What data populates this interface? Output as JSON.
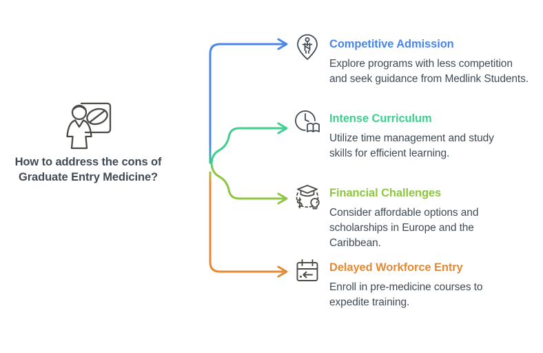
{
  "diagram": {
    "type": "mind-map",
    "background": "#ffffff",
    "root": {
      "label": "How to address the cons of Graduate Entry Medicine?",
      "icon": "presenter-with-pill-board-icon",
      "text_color": "#3f4a54",
      "stem_color": "#3f3f3f"
    },
    "branches": [
      {
        "title": "Competitive Admission",
        "description": "Explore programs with less competition and seek guidance from Medlink Students.",
        "color": "#4a86e8",
        "icon": "map-pin-hiker-icon"
      },
      {
        "title": "Intense Curriculum",
        "description": "Utilize time management and study skills for efficient learning.",
        "color": "#3ecf8e",
        "icon": "clock-book-icon"
      },
      {
        "title": "Financial Challenges",
        "description": "Consider affordable options and scholarships in Europe and the Caribbean.",
        "color": "#8ec641",
        "icon": "graduation-cap-money-idea-icon"
      },
      {
        "title": "Delayed Workforce Entry",
        "description": "Enroll in pre-medicine courses to expedite training.",
        "color": "#e28a36",
        "icon": "calendar-back-arrow-icon"
      }
    ],
    "body_text_color": "#3f4a54",
    "icon_stroke_color": "#4a4a45"
  }
}
